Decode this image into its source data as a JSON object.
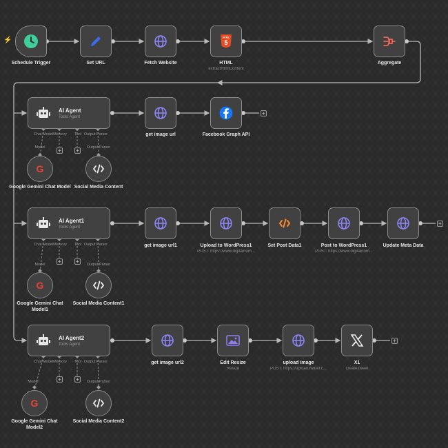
{
  "workflow": {
    "trigger_icon": "lightning-bolt-icon",
    "nodes": {
      "schedule_trigger": {
        "label": "Schedule Trigger",
        "icon": "clock-icon"
      },
      "set_url": {
        "label": "Set URL",
        "icon": "pencil-icon"
      },
      "fetch_website": {
        "label": "Fetch Website",
        "icon": "globe-icon"
      },
      "html": {
        "label": "HTML",
        "sub": "extractHtmlContent",
        "icon": "html5-icon"
      },
      "aggregate": {
        "label": "Aggregate",
        "icon": "aggregate-icon"
      },
      "ai_agent": {
        "label": "AI Agent",
        "sub": "Tools Agent",
        "icon": "robot-icon"
      },
      "get_image_url": {
        "label": "get image url",
        "icon": "globe-icon"
      },
      "facebook_graph_api": {
        "label": "Facebook Graph API",
        "icon": "facebook-icon"
      },
      "google_gemini_chat_model": {
        "label": "Google Gemini Chat Model",
        "icon": "google-icon"
      },
      "social_media_content": {
        "label": "Social Media Content",
        "icon": "code-icon"
      },
      "ai_agent1": {
        "label": "AI Agent1",
        "sub": "Tools Agent",
        "icon": "robot-icon"
      },
      "get_image_url1": {
        "label": "get image url1",
        "icon": "globe-icon"
      },
      "upload_to_wordpress1": {
        "label": "Upload to WordPress1",
        "sub": "POST: https://www.digitalnom...",
        "icon": "globe-icon"
      },
      "set_post_data1": {
        "label": "Set Post Data1",
        "icon": "code-icon"
      },
      "post_to_wordpress1": {
        "label": "Post to WordPress1",
        "sub": "POST: https://www.digitalnom...",
        "icon": "globe-icon"
      },
      "update_meta_data": {
        "label": "Update Meta Data",
        "icon": "globe-icon"
      },
      "google_gemini_chat_model1": {
        "label": "Google Gemini Chat Model1",
        "icon": "google-icon"
      },
      "social_media_content1": {
        "label": "Social Media Content1",
        "icon": "code-icon"
      },
      "ai_agent2": {
        "label": "AI Agent2",
        "sub": "Tools Agent",
        "icon": "robot-icon"
      },
      "get_image_url2": {
        "label": "get image url2",
        "icon": "globe-icon"
      },
      "edit_resize": {
        "label": "Edit Resize",
        "sub": "Resize",
        "icon": "image-icon"
      },
      "upload_image": {
        "label": "upload image",
        "sub": "POST: https://upload.twitter.c...",
        "icon": "globe-icon"
      },
      "x1": {
        "label": "X1",
        "sub": "create:tweet",
        "icon": "x-logo-icon"
      },
      "google_gemini_chat_model2": {
        "label": "Google Gemini Chat Model2",
        "icon": "google-icon"
      },
      "social_media_content2": {
        "label": "Social Media Content2",
        "icon": "code-icon"
      }
    },
    "ports": {
      "chat_model": "Chat Model",
      "memory": "Memory",
      "tool": "Tool",
      "output_parser": "Output Parser",
      "model": "Model"
    },
    "plus_symbol": "+",
    "colors": {
      "canvas": "#2b2b2b",
      "node_fill": "#414141",
      "node_border": "#8a8a8a",
      "connection": "#b8b8b8",
      "globe": "#8b86f5",
      "trigger_clock": "#3ecf9b",
      "pencil": "#3d6bf0",
      "html5": "#e44d26",
      "aggregate": "#ff6d5a",
      "facebook": "#1877f2",
      "code_orange": "#ff8a2a",
      "image_purple": "#8f7cf0"
    }
  }
}
